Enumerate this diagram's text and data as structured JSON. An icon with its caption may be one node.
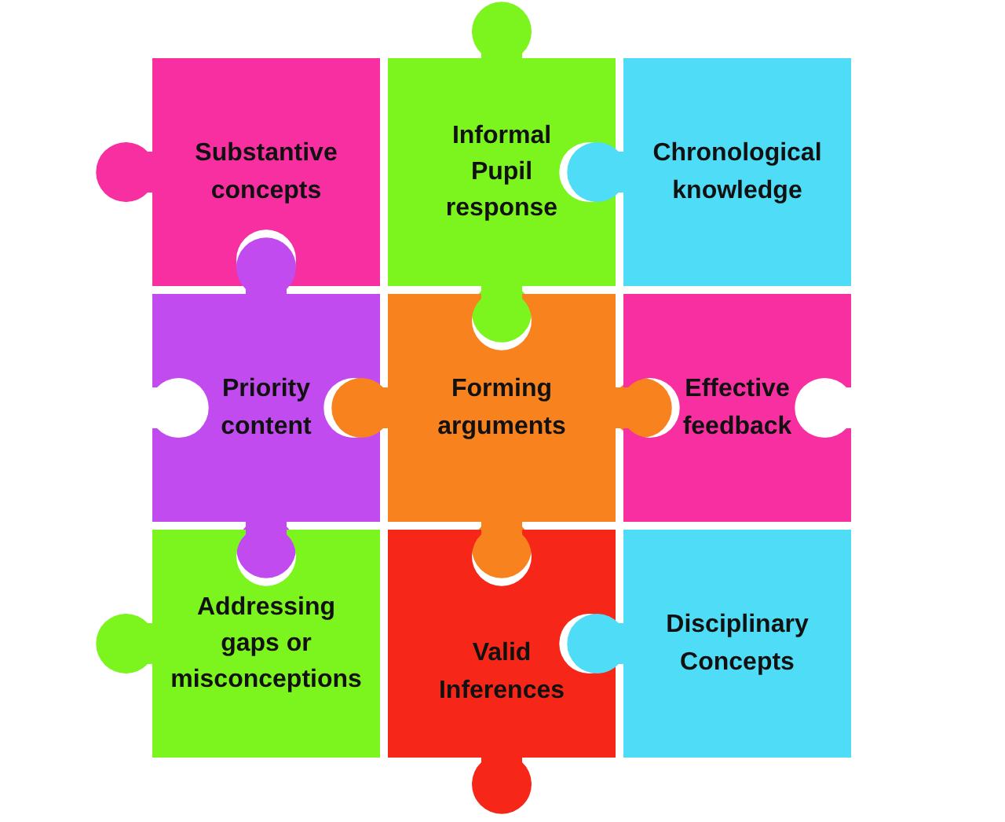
{
  "diagram": {
    "nodes": [
      {
        "text": [
          "Substantive concepts"
        ]
      },
      {
        "text": [
          "Informal Pupil response"
        ]
      },
      {
        "text": [
          "Chronological knowledge"
        ]
      },
      {
        "text": [
          "Priority content"
        ]
      },
      {
        "text": [
          "Forming arguments"
        ]
      },
      {
        "text": [
          "Effective feedback"
        ]
      },
      {
        "text": [
          "Addressing gaps or misconceptions"
        ]
      },
      {
        "text": [
          "Valid Inferences"
        ]
      },
      {
        "text": [
          "Disciplinary Concepts"
        ]
      }
    ]
  }
}
